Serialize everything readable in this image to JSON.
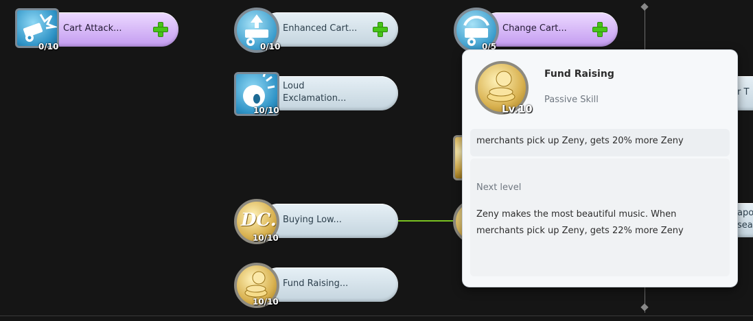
{
  "skills": [
    {
      "label": "Cart Attack...",
      "level": "0/10",
      "icon": "cart-attack-icon"
    },
    {
      "label": "Enhanced Cart...",
      "level": "0/10",
      "icon": "enhanced-cart-icon"
    },
    {
      "label": "Change Cart...",
      "level": "0/5",
      "icon": "change-cart-icon"
    },
    {
      "label": "Loud\nExclamation...",
      "level": "10/10",
      "icon": "loud-exclamation-icon"
    },
    {
      "label": "Buying Low...",
      "level": "10/10",
      "icon": "buying-low-icon",
      "icon_text": "DC."
    },
    {
      "label": "Fund Raising...",
      "level": "10/10",
      "icon": "fund-raising-icon"
    }
  ],
  "partial_right": {
    "t_label": "r T",
    "apo_label": "apo",
    "sear_label": "sear"
  },
  "tooltip": {
    "title": "Fund Raising",
    "type": "Passive Skill",
    "level_badge": "Lv.10",
    "current_effect": "merchants pick up Zeny, gets 20% more Zeny",
    "next_heading": "Next level",
    "next_effect": "Zeny makes the most beautiful music. When\nmerchants pick up Zeny, gets 22% more Zeny"
  },
  "colors": {
    "pill": "#d7e3ea",
    "pill_learnable": "#d4b4f6",
    "plus": "#47c418",
    "connector_active": "#7ac321",
    "background": "#151515"
  }
}
